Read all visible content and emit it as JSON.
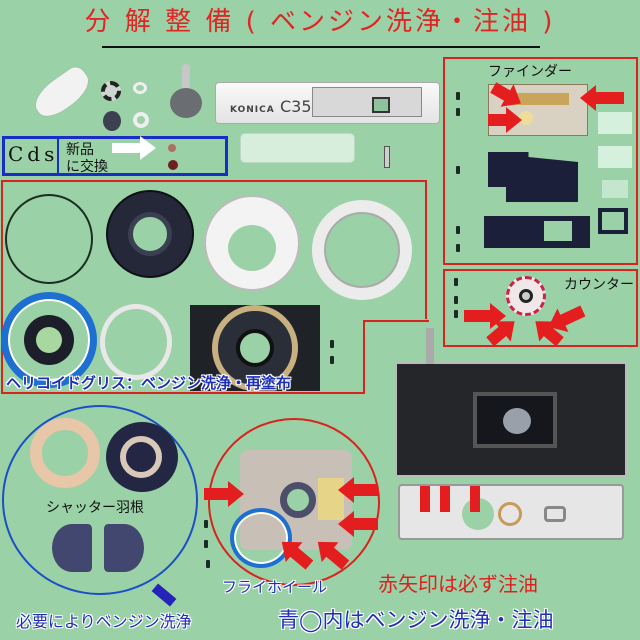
{
  "title": "分 解 整 備 ( ベンジン洗浄・注油 )",
  "camera": {
    "brand": "KONICA",
    "model": "C35"
  },
  "cds_panel": {
    "label": "Cds",
    "note_line1": "新品",
    "note_line2": "に交換"
  },
  "finder_panel": {
    "label": "ファインダー"
  },
  "counter_panel": {
    "label": "カウンター"
  },
  "helicoid_caption": "ヘリコイドグリス：ベンジン洗浄・再塗布",
  "shutter_blade_label": "シャッター羽根",
  "flywheel_label": "フライホイール",
  "benzine_note": "必要によりベンジン洗浄",
  "legend": {
    "red_arrow_note": "赤矢印は必ず注油",
    "blue_circle_note": "青◯内はベンジン洗浄・注油"
  },
  "colors": {
    "background": "#9bd1a6",
    "accent_red": "#d8231f",
    "accent_blue": "#1a2ec7",
    "title_red": "#e02525"
  }
}
